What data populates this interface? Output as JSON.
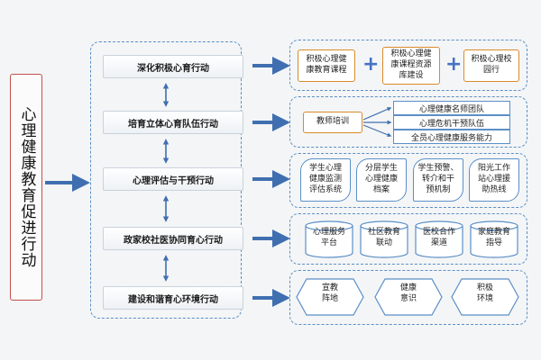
{
  "title": "心理健康教育促进行动",
  "actions": [
    "深化积极心育行动",
    "培育立体心育队伍行动",
    "心理评估与干预行动",
    "政家校社医协同育心行动",
    "建设和谐育心环境行动"
  ],
  "row1": {
    "items": [
      "积极心理健\n康教育课程",
      "积极心理健\n康课程资源\n库建设",
      "积极心理校\n园行"
    ],
    "plus_symbol": "+"
  },
  "row2": {
    "source": "教师培训",
    "targets": [
      "心理健康名师团队",
      "心理危机干预队伍",
      "全员心理健康服务能力"
    ]
  },
  "row3": {
    "items": [
      "学生心理\n健康监测\n评估系统",
      "分层学生\n心理健康\n档案",
      "学生预警、\n转介和干\n预机制",
      "阳光工作\n站心理援\n助热线"
    ]
  },
  "row4": {
    "items": [
      "心理服务\n平台",
      "社区教育\n联动",
      "医校合作\n渠道",
      "家庭教育\n指导"
    ]
  },
  "row5": {
    "items": [
      "宣教\n阵地",
      "健康\n意识",
      "积极\n环境"
    ]
  },
  "colors": {
    "dashed_border": "#5b8fc7",
    "arrow": "#3f6fb0",
    "title_border": "#c0504d",
    "card_border": "#d98b2b",
    "plus": "#4472c4"
  }
}
